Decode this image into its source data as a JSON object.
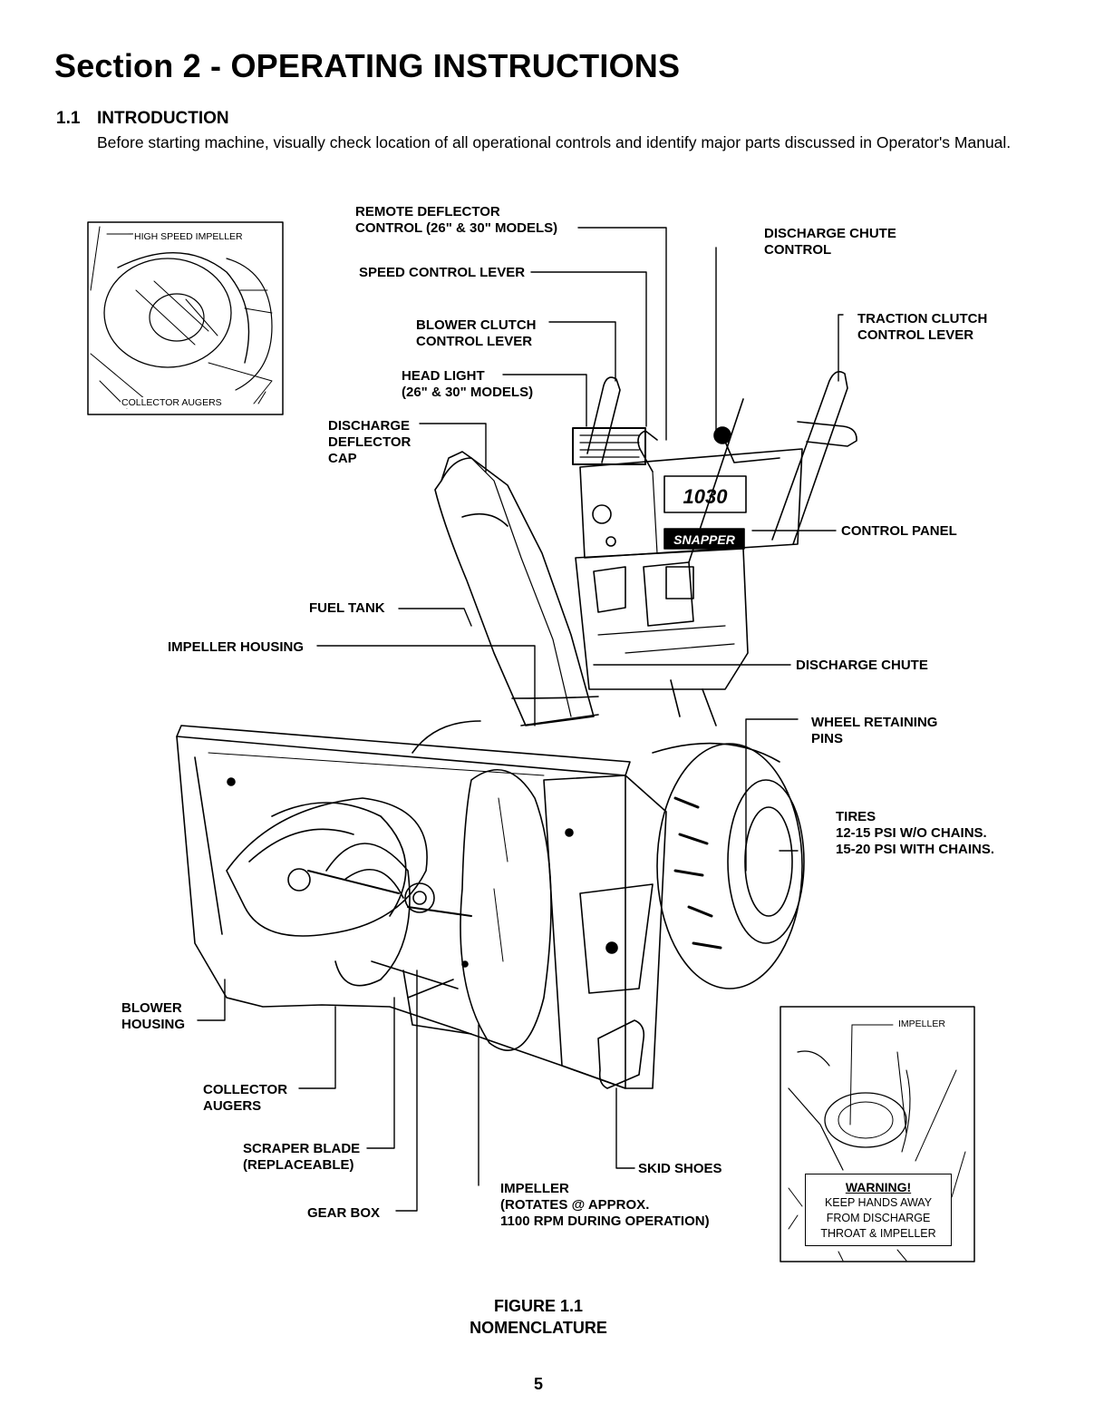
{
  "header": {
    "section_title": "Section 2 - OPERATING INSTRUCTIONS",
    "subsection_number": "1.1",
    "subsection_title": "INTRODUCTION",
    "intro_text": "Before starting machine, visually check location of all operational controls and identify major parts discussed in Operator's Manual."
  },
  "labels": {
    "remote_deflector_1": "REMOTE DEFLECTOR",
    "remote_deflector_2": "CONTROL (26\" & 30\" MODELS)",
    "discharge_chute_control_1": "DISCHARGE CHUTE",
    "discharge_chute_control_2": "CONTROL",
    "speed_control_lever": "SPEED CONTROL LEVER",
    "blower_clutch_1": "BLOWER CLUTCH",
    "blower_clutch_2": "CONTROL LEVER",
    "traction_clutch_1": "TRACTION CLUTCH",
    "traction_clutch_2": "CONTROL LEVER",
    "head_light_1": "HEAD LIGHT",
    "head_light_2": "(26\" & 30\" MODELS)",
    "discharge_deflector_1": "DISCHARGE",
    "discharge_deflector_2": "DEFLECTOR",
    "discharge_deflector_3": "CAP",
    "control_panel": "CONTROL PANEL",
    "fuel_tank": "FUEL TANK",
    "impeller_housing": "IMPELLER HOUSING",
    "discharge_chute": "DISCHARGE CHUTE",
    "wheel_pins_1": "WHEEL RETAINING",
    "wheel_pins_2": "PINS",
    "tires_1": "TIRES",
    "tires_2": "12-15 PSI W/O CHAINS.",
    "tires_3": "15-20 PSI WITH CHAINS.",
    "blower_housing_1": "BLOWER",
    "blower_housing_2": "HOUSING",
    "collector_augers_1": "COLLECTOR",
    "collector_augers_2": "AUGERS",
    "scraper_blade_1": "SCRAPER BLADE",
    "scraper_blade_2": "(REPLACEABLE)",
    "gear_box": "GEAR BOX",
    "impeller_1": "IMPELLER",
    "impeller_2": "(ROTATES @ APPROX.",
    "impeller_3": "1100 RPM DURING OPERATION)",
    "skid_shoes": "SKID SHOES"
  },
  "inset_left": {
    "top_label": "HIGH SPEED IMPELLER",
    "bottom_label": "COLLECTOR AUGERS"
  },
  "inset_right": {
    "label": "IMPELLER",
    "warning_title": "WARNING!",
    "warning_1": "KEEP HANDS AWAY",
    "warning_2": "FROM DISCHARGE",
    "warning_3": "THROAT & IMPELLER"
  },
  "machine": {
    "model_number": "1030",
    "brand": "SNAPPER"
  },
  "caption": {
    "line1": "FIGURE 1.1",
    "line2": "NOMENCLATURE"
  },
  "page_number": "5"
}
